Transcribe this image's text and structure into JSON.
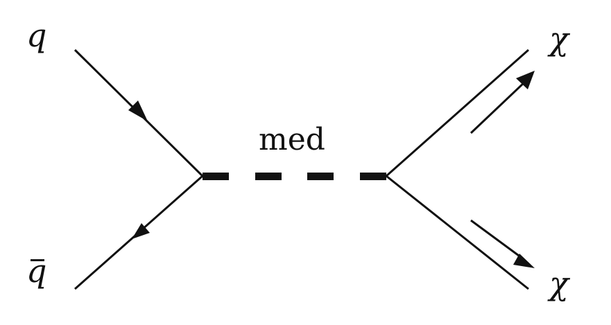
{
  "labels": {
    "quark": "q",
    "antiquark": "q",
    "mediator": "med",
    "chi_top": "χ",
    "chi_bottom": "χ"
  },
  "colors": {
    "ink": "#111111",
    "background": "#ffffff"
  }
}
